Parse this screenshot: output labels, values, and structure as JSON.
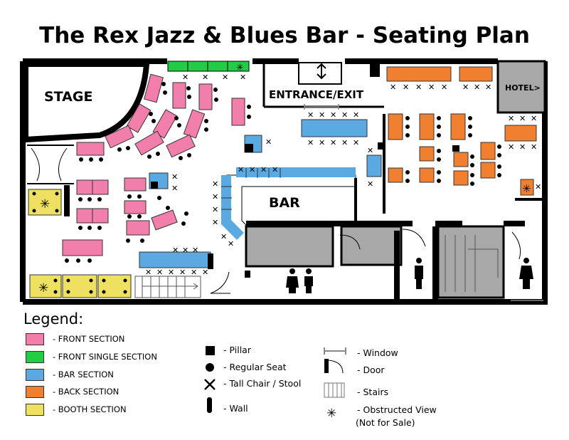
{
  "title": "The Rex Jazz & Blues Bar - Seating Plan",
  "labels": {
    "stage": "STAGE",
    "entrance": "ENTRANCE/EXIT",
    "hotel": "HOTEL>",
    "bar": "BAR"
  },
  "colors": {
    "front": "#f27fab",
    "front_single": "#22cc44",
    "bar": "#5aa9e0",
    "back": "#f08030",
    "booth": "#eee060",
    "gray_room": "#a8a8a8",
    "wall": "#000000"
  },
  "legend": {
    "title": "Legend:",
    "sections": [
      {
        "label": "- FRONT SECTION",
        "color": "#f27fab"
      },
      {
        "label": "- FRONT SINGLE SECTION",
        "color": "#22cc44"
      },
      {
        "label": "- BAR SECTION",
        "color": "#5aa9e0"
      },
      {
        "label": "- BACK SECTION",
        "color": "#f08030"
      },
      {
        "label": "- BOOTH SECTION",
        "color": "#eee060"
      }
    ],
    "symbols_left": [
      {
        "icon": "pillar-icon",
        "label": "- Pillar"
      },
      {
        "icon": "regular-seat-icon",
        "label": "- Regular Seat"
      },
      {
        "icon": "tall-chair-icon",
        "label": "- Tall Chair / Stool"
      },
      {
        "icon": "wall-icon",
        "label": "- Wall"
      }
    ],
    "symbols_right": [
      {
        "icon": "window-icon",
        "label": "- Window"
      },
      {
        "icon": "door-icon",
        "label": "- Door"
      },
      {
        "icon": "stairs-icon",
        "label": "- Stairs"
      },
      {
        "icon": "obstructed-view-icon",
        "label": "- Obstructed View"
      },
      {
        "icon": "",
        "label": "(Not for Sale)"
      }
    ]
  }
}
